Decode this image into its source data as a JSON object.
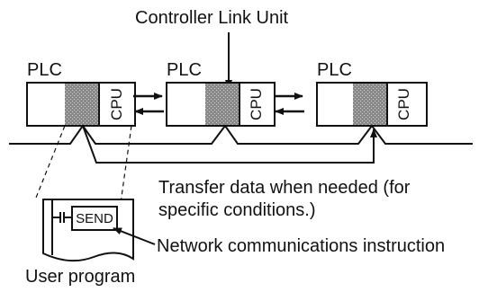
{
  "diagram": {
    "top_label": "Controller Link Unit",
    "plcs": [
      {
        "label": "PLC",
        "cpu_label": "CPU"
      },
      {
        "label": "PLC",
        "cpu_label": "CPU"
      },
      {
        "label": "PLC",
        "cpu_label": "CPU"
      }
    ],
    "send_label": "SEND",
    "transfer_text_line1": "Transfer data when needed (for",
    "transfer_text_line2": "specific conditions.)",
    "network_instruction_text": "Network communications instruction",
    "user_program_text": "User program"
  }
}
